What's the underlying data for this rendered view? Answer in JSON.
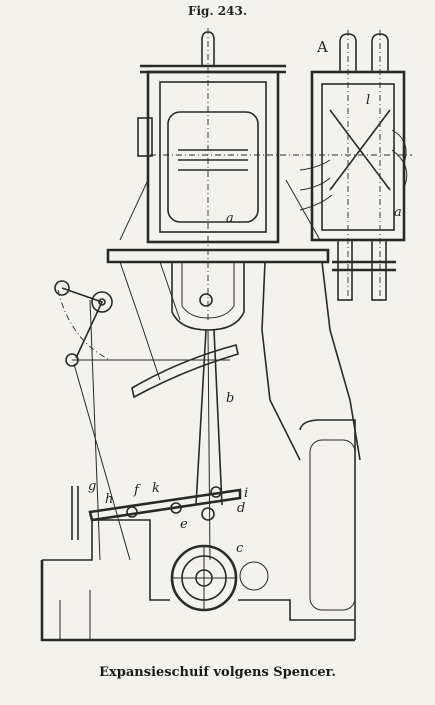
{
  "figure": {
    "title": "Fig. 243.",
    "caption": "Expansieschuif volgens Spencer."
  },
  "labels": {
    "detail_view": "A",
    "a_main": "a",
    "a_detail": "a",
    "l_detail": "l",
    "b": "b",
    "c": "c",
    "d": "d",
    "e": "e",
    "f": "f",
    "g": "g",
    "h": "h",
    "i": "i",
    "k": "k"
  }
}
